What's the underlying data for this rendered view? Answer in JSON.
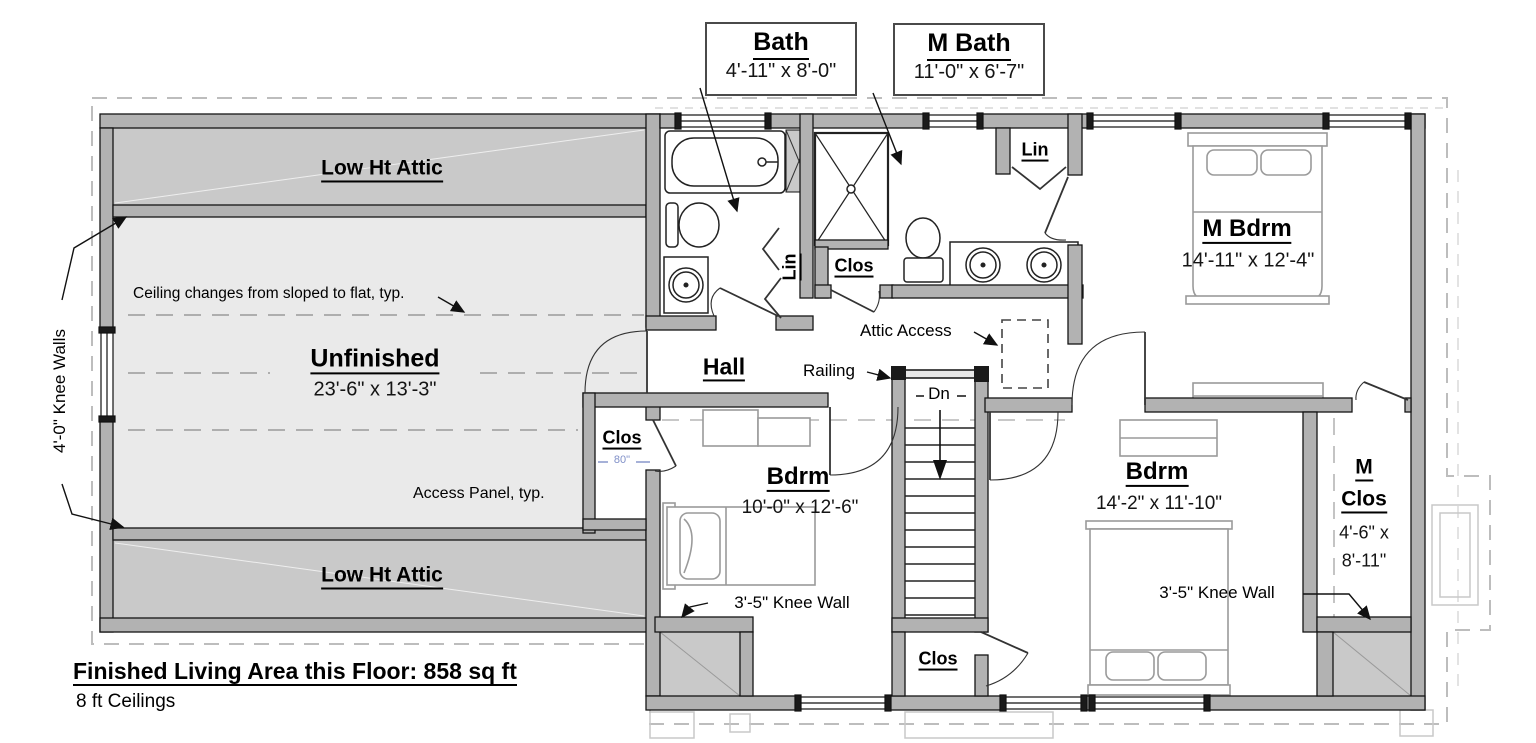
{
  "header_boxes": {
    "bath": {
      "name": "Bath",
      "dims": "4'-11\" x 8'-0\""
    },
    "m_bath": {
      "name": "M Bath",
      "dims": "11'-0\" x 6'-7\""
    }
  },
  "rooms": {
    "low_attic_top": {
      "name": "Low Ht Attic"
    },
    "low_attic_bottom": {
      "name": "Low Ht Attic"
    },
    "unfinished": {
      "name": "Unfinished",
      "dims": "23'-6\" x 13'-3\""
    },
    "hall": {
      "name": "Hall"
    },
    "m_bdrm": {
      "name": "M Bdrm",
      "dims": "14'-11\" x 12'-4\""
    },
    "bdrm_left": {
      "name": "Bdrm",
      "dims": "10'-0\" x 12'-6\""
    },
    "bdrm_right": {
      "name": "Bdrm",
      "dims": "14'-2\" x 11'-10\""
    },
    "m_clos": {
      "name_l1": "M",
      "name_l2": "Clos",
      "dims_l1": "4'-6\" x",
      "dims_l2": "8'-11\""
    },
    "clos_left": {
      "name": "Clos",
      "width_note": "80\""
    },
    "clos_shower": {
      "name": "Clos"
    },
    "clos_bottom": {
      "name": "Clos"
    },
    "lin_bath": {
      "name": "Lin"
    },
    "lin_top": {
      "name": "Lin"
    }
  },
  "annotations": {
    "knee_walls_left": "4'-0\" Knee Walls",
    "ceiling_change": "Ceiling changes from sloped to flat, typ.",
    "access_panel": "Access Panel, typ.",
    "attic_access": "Attic Access",
    "railing": "Railing",
    "down": "Dn",
    "knee_wall_left": "3'-5\" Knee Wall",
    "knee_wall_right": "3'-5\" Knee Wall"
  },
  "footer": {
    "living_area": "Finished Living Area this Floor: 858 sq ft",
    "ceiling_height": "8 ft Ceilings"
  },
  "colors": {
    "wall_fill": "#b2b2b2",
    "attic_band": "#c9c9c9",
    "unfinished_fill": "#eaeaea",
    "roof_dash": "#bdbdbd",
    "note_blue": "#8090c8"
  }
}
